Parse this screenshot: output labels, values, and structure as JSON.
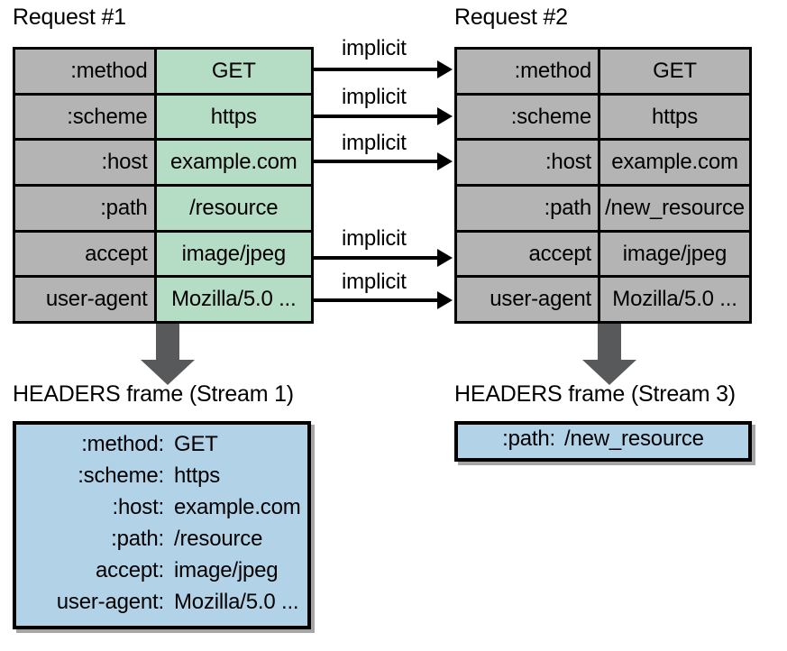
{
  "diagram": {
    "title_request1": "Request #1",
    "title_request2": "Request #2",
    "title_frame1": "HEADERS frame (Stream 1)",
    "title_frame2": "HEADERS frame (Stream 3)",
    "implicit_label": "implicit",
    "colors": {
      "header_name_gray": "#b4b4b4",
      "request1_value_green": "#b5dcc5",
      "changed_orange": "#fadebd",
      "frame_blue": "#b2d2e8",
      "arrow_gray": "#58595b",
      "stroke_black": "#000000"
    }
  },
  "request1": {
    "rows": [
      {
        "name": ":method",
        "value": "GET",
        "changed": false,
        "implicit": true
      },
      {
        "name": ":scheme",
        "value": "https",
        "changed": false,
        "implicit": true
      },
      {
        "name": ":host",
        "value": "example.com",
        "changed": false,
        "implicit": true
      },
      {
        "name": ":path",
        "value": "/resource",
        "changed": false,
        "implicit": false
      },
      {
        "name": "accept",
        "value": "image/jpeg",
        "changed": false,
        "implicit": true
      },
      {
        "name": "user-agent",
        "value": "Mozilla/5.0 ...",
        "changed": false,
        "implicit": true
      }
    ]
  },
  "request2": {
    "rows": [
      {
        "name": ":method",
        "value": "GET",
        "changed": false
      },
      {
        "name": ":scheme",
        "value": "https",
        "changed": false
      },
      {
        "name": ":host",
        "value": "example.com",
        "changed": false
      },
      {
        "name": ":path",
        "value": "/new_resource",
        "changed": true
      },
      {
        "name": "accept",
        "value": "image/jpeg",
        "changed": false
      },
      {
        "name": "user-agent",
        "value": "Mozilla/5.0 ...",
        "changed": false
      }
    ]
  },
  "frame1": {
    "entries": [
      {
        "key": ":method:",
        "value": "GET"
      },
      {
        "key": ":scheme:",
        "value": "https"
      },
      {
        "key": ":host:",
        "value": "example.com"
      },
      {
        "key": ":path:",
        "value": "/resource"
      },
      {
        "key": "accept:",
        "value": "image/jpeg"
      },
      {
        "key": "user-agent:",
        "value": "Mozilla/5.0 ..."
      }
    ]
  },
  "frame2": {
    "entries": [
      {
        "key": ":path:",
        "value": "/new_resource"
      }
    ]
  },
  "implicit_arrows": [
    {
      "label": "implicit"
    },
    {
      "label": "implicit"
    },
    {
      "label": "implicit"
    },
    {
      "label": "implicit"
    },
    {
      "label": "implicit"
    }
  ]
}
